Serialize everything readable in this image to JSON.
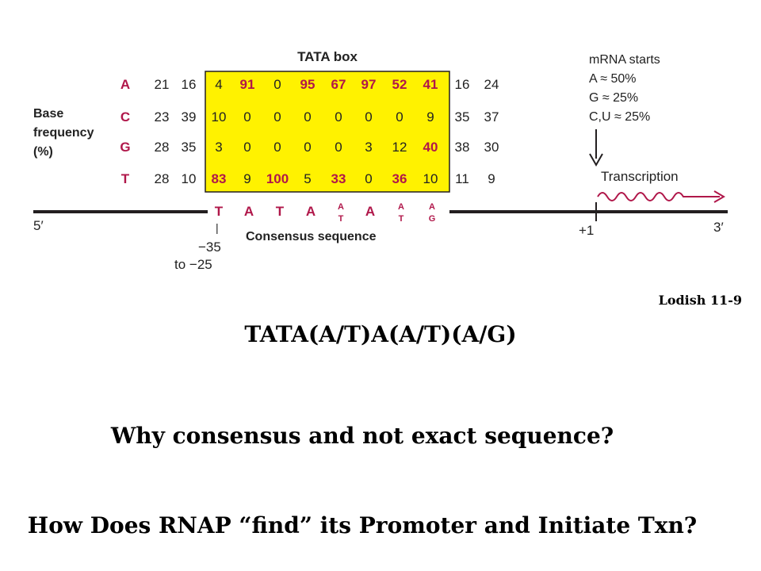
{
  "diagram": {
    "box_title": "TATA box",
    "base_frequency_label": [
      "Base",
      "frequency",
      "(%)"
    ],
    "bases": [
      "A",
      "C",
      "G",
      "T"
    ],
    "rows": [
      [
        "21",
        "16",
        "4",
        "91",
        "0",
        "95",
        "67",
        "97",
        "52",
        "41",
        "16",
        "24"
      ],
      [
        "23",
        "39",
        "10",
        "0",
        "0",
        "0",
        "0",
        "0",
        "0",
        "9",
        "35",
        "37"
      ],
      [
        "28",
        "35",
        "3",
        "0",
        "0",
        "0",
        "0",
        "3",
        "12",
        "40",
        "38",
        "30"
      ],
      [
        "28",
        "10",
        "83",
        "9",
        "100",
        "5",
        "33",
        "0",
        "36",
        "10",
        "11",
        "9"
      ]
    ],
    "highlighted": [
      [
        false,
        false,
        false,
        true,
        false,
        true,
        true,
        true,
        true,
        true,
        false,
        false
      ],
      [
        false,
        false,
        false,
        false,
        false,
        false,
        false,
        false,
        false,
        false,
        false,
        false
      ],
      [
        false,
        false,
        false,
        false,
        false,
        false,
        false,
        false,
        false,
        true,
        false,
        false
      ],
      [
        false,
        false,
        true,
        false,
        true,
        false,
        true,
        false,
        true,
        false,
        false,
        false
      ]
    ],
    "consensus": [
      {
        "top": "T",
        "bottom": ""
      },
      {
        "top": "A",
        "bottom": ""
      },
      {
        "top": "T",
        "bottom": ""
      },
      {
        "top": "A",
        "bottom": ""
      },
      {
        "top": "A",
        "bottom": "T"
      },
      {
        "top": "A",
        "bottom": ""
      },
      {
        "top": "A",
        "bottom": "T"
      },
      {
        "top": "A",
        "bottom": "G"
      }
    ],
    "five_prime": "5′",
    "three_prime": "3′",
    "position_tick": "|",
    "position_line1": "−35",
    "position_line2": "to −25",
    "consensus_label": "Consensus sequence",
    "mrna_lines": [
      "mRNA starts",
      "A ≈ 50%",
      "G ≈ 25%",
      "C,U ≈ 25%"
    ],
    "transcription_label": "Transcription",
    "plus_one": "+1",
    "colors": {
      "box_fill": "#fff200",
      "highlight": "#b0174a",
      "base_letter": "#b0174a",
      "text": "#222222",
      "line": "#231f20"
    }
  },
  "source_credit": "Lodish 11-9",
  "consensus_formula": "TATA(A/T)A(A/T)(A/G)",
  "question_1": "Why consensus and not exact sequence?",
  "question_2": "How Does RNAP “find” its Promoter and Initiate Txn?"
}
